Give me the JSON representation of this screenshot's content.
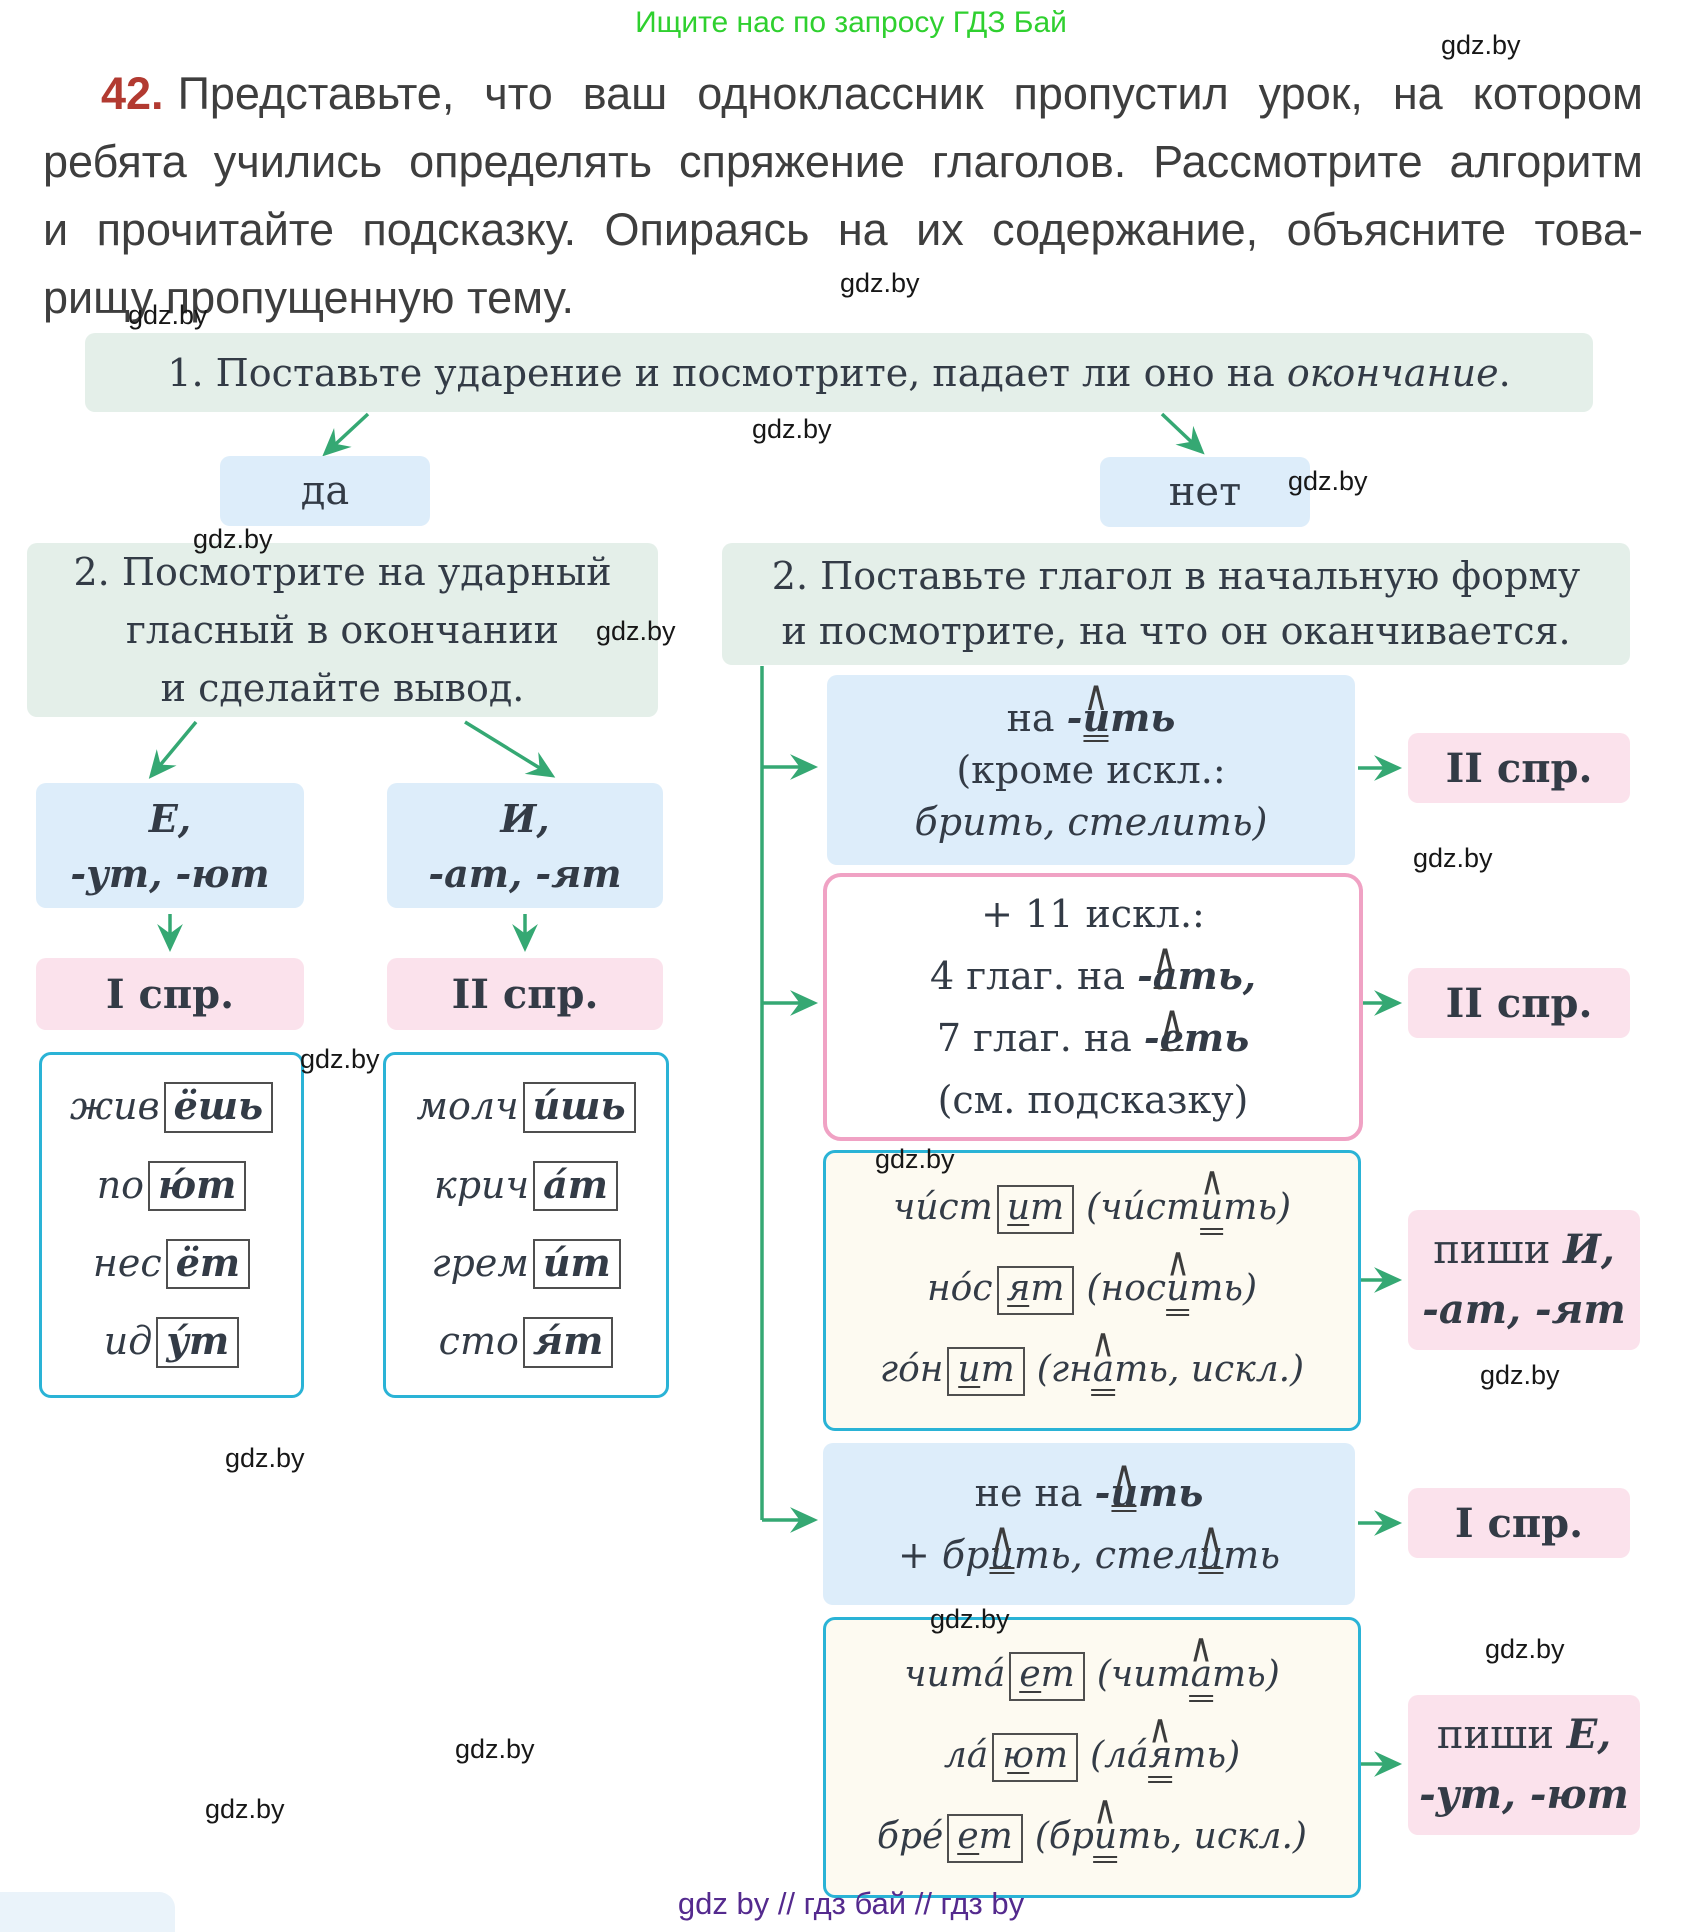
{
  "promo": "Ищите нас по запросу ГДЗ Бай",
  "watermark": "gdz.by",
  "footer": "gdz by  //  гдз бай  //  гдз by",
  "colors": {
    "promo_green": "#2fd02f",
    "arrow_green": "#35a873",
    "box_green": "#e4efe9",
    "box_blue": "#ddedfa",
    "box_pink": "#fbe2ec",
    "border_pink": "#f0a2c4",
    "border_cyan": "#2ab3d6",
    "footer_purple": "#542a8e",
    "task_number_red": "#b23a31"
  },
  "task": {
    "number": "42.",
    "lines": [
      "Представьте, что ваш одноклассник пропустил урок, на котором",
      "ребята учились определять спряжение глаголов. Рассмотрите алгоритм",
      "и прочитайте подсказку. Опираясь на их содержание, объясните това-",
      "рищу пропущенную тему."
    ]
  },
  "step1": {
    "pre": "1. Поставьте ударение и посмотрите, падает ли оно на ",
    "italic": "окончание",
    "post": "."
  },
  "yes_label": "да",
  "no_label": "нет",
  "left": {
    "step2_lines": [
      "2. Посмотрите на ударный",
      "гласный в окончании",
      "и сделайте вывод."
    ],
    "e_box": {
      "l1": "Е,",
      "l2": "-ут, -ют"
    },
    "i_box": {
      "l1": "И,",
      "l2": "-ат, -ят"
    },
    "spr1": "I спр.",
    "spr2": "II спр.",
    "ex1": [
      {
        "stem": "жив",
        "end": "ёшь"
      },
      {
        "stem": "по",
        "end": "ю́т"
      },
      {
        "stem": "нес",
        "end": "ёт"
      },
      {
        "stem": "ид",
        "end": "у́т"
      }
    ],
    "ex2": [
      {
        "stem": "молч",
        "end": "и́шь"
      },
      {
        "stem": "крич",
        "end": "а́т"
      },
      {
        "stem": "грем",
        "end": "и́т"
      },
      {
        "stem": "сто",
        "end": "я́т"
      }
    ]
  },
  "right": {
    "dash": "-",
    "step2_lines": [
      "2. Поставьте глагол в начальную форму",
      "и посмотрите, на что он оканчивается."
    ],
    "box_it": {
      "pre": "на ",
      "v": "и",
      "rest": "ть",
      "l2": "(кроме искл.:",
      "l3": "брить, стелить)"
    },
    "spr_top": "II спр.",
    "box_excl": {
      "l1": "+ 11 искл.:",
      "l2_pre": "4 глаг. на ",
      "l2_v": "а",
      "l2_post": "ть,",
      "l3_pre": "7 глаг. на ",
      "l3_v": "е",
      "l3_post": "ть",
      "l4": "(см. подсказку)"
    },
    "spr_mid": "II спр.",
    "ex1": [
      {
        "stem": "чи́ст",
        "ev": "и",
        "er": "т",
        "p_pre": "(чи́ст",
        "p_v": "и",
        "p_post": "ть)"
      },
      {
        "stem": "но́с",
        "ev": "я",
        "er": "т",
        "p_pre": "(нос",
        "p_v": "и",
        "p_post": "ть)"
      },
      {
        "stem": "го́н",
        "ev": "и",
        "er": "т",
        "p_pre": "(гн",
        "p_v": "а",
        "p_post": "ть, искл.)"
      }
    ],
    "pishi_i": {
      "l1_pre": "пиши ",
      "l1_b": "И,",
      "l2": "-ат, -ят"
    },
    "box_ne": {
      "l1_pre": "не на ",
      "l1_v": "и",
      "l1_rest": "ть",
      "l2_pre": "+ ",
      "l2_w1a": "бр",
      "l2_v1": "и",
      "l2_w1b": "ть, ",
      "l2_w2a": "стел",
      "l2_v2": "и",
      "l2_w2b": "ть"
    },
    "spr_bottom": "I спр.",
    "ex2": [
      {
        "stem": "чита́",
        "ev": "е",
        "er": "т",
        "p_pre": "(чит",
        "p_v": "а",
        "p_post": "ть)"
      },
      {
        "stem": "ла́",
        "ev": "ю",
        "er": "т",
        "p_pre": "(ла́",
        "p_v": "я",
        "p_post": "ть)"
      },
      {
        "stem": "бре́",
        "ev": "е",
        "er": "т",
        "p_pre": "(бр",
        "p_v": "и",
        "p_post": "ть, искл.)"
      }
    ],
    "pishi_e": {
      "l1_pre": "пиши ",
      "l1_b": "Е,",
      "l2": "-ут, -ют"
    }
  }
}
